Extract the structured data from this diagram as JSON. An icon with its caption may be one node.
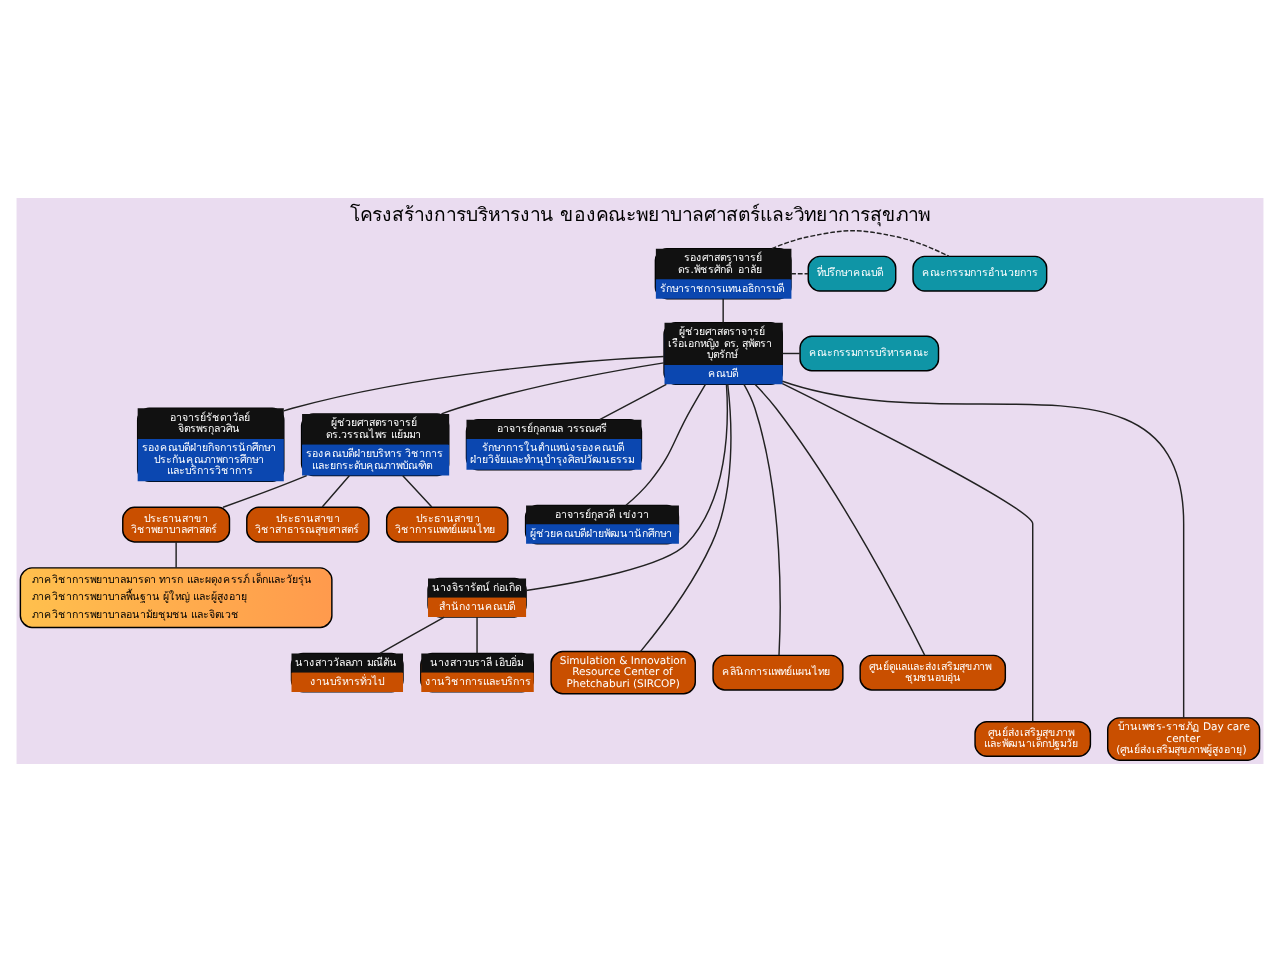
{
  "diagram": {
    "title": "โครงสร้างการบริหารงาน ของคณะพยาบาลศาสตร์และวิทยาการสุขภาพ",
    "nodes": [
      {
        "text": [
          "รองศาสตราจารย์ ดร.พัชรศักดิ์  อาลัย",
          "รักษาราชการแทนอธิการบดี"
        ]
      },
      {
        "text": [
          "คณะกรรมการอำนวยการ"
        ]
      },
      {
        "text": [
          "ที่ปรึกษาคณบดี"
        ]
      },
      {
        "text": [
          "ผู้ช่วยศาสตราจารย์ เรือเอกหญิง ดร. สุพัตรา บุตรักษ์",
          "คณบดี"
        ]
      },
      {
        "text": [
          "คณะกรรมการบริหารคณะ"
        ]
      },
      {
        "text": [
          "อาจารย์รัชดาวัลย์ จิตรพรกุลวศิน",
          "รองคณบดีฝ่ายกิจการนักศึกษา ประกันคุณภาพการศึกษา และบริการวิชาการ"
        ]
      },
      {
        "text": [
          "ผู้ช่วยศาสตราจารย์ ดร.วรรณไพร แย้มมา",
          "รองคณบดีฝ่ายบริหาร วิชาการ และยกระดับคุณภาพบัณฑิต"
        ]
      },
      {
        "text": [
          "อาจารย์กุลกมล วรรณศรี",
          "รักษาการในตำแหน่งรองคณบดี ฝ่ายวิจัยและทำนุบำรุงศิลปวัฒนธรรม"
        ]
      },
      {
        "text": [
          "อาจารย์กุลวดี เข่งวา",
          "ผู้ช่วยคณบดีฝ่ายพัฒนานักศึกษา"
        ]
      },
      {
        "text": [
          "ประธานสาขา วิชาพยาบาลศาสตร์"
        ]
      },
      {
        "text": [
          "ประธานสาขา วิชาสาธารณสุขศาสตร์"
        ]
      },
      {
        "text": [
          "ประธานสาขา วิชาการแพทย์แผนไทย"
        ]
      },
      {
        "text": [
          "ภาควิชาการพยาบาลมารดา ทารก และผดุงครรภ์ เด็กและวัยรุ่น",
          "ภาควิชาการพยาบาลพื้นฐาน ผู้ใหญ่ และผู้สูงอายุ",
          "ภาควิชาการพยาบาลอนามัยชุมชน และจิตเวช"
        ]
      },
      {
        "text": [
          "นางจิรารัตน์ ก่อเกิด",
          "สำนักงานคณบดี"
        ]
      },
      {
        "text": [
          "นางสาววัลลภา มณีตัน",
          "งานบริหารทั่วไป"
        ]
      },
      {
        "text": [
          "นางสาวบราลี เอิบอิ่ม",
          "งานวิชาการและบริการ"
        ]
      },
      {
        "text": [
          "Simulation & Innovation Resource Center of Phetchaburi (SIRCOP)"
        ]
      },
      {
        "text": [
          "คลินิกการแพทย์แผนไทย"
        ]
      },
      {
        "text": [
          "ศูนย์ดูแลและส่งเสริมสุขภาพ ชุมชนอบอุ่น"
        ]
      },
      {
        "text": [
          "ศูนย์ส่งเสริมสุขภาพ และพัฒนาเด็กปฐมวัย"
        ]
      },
      {
        "text": [
          "บ้านเพชร-ราชภัฏ Day care center (ศูนย์ส่งเสริมสุขภาพผู้สูงอายุ)"
        ]
      }
    ],
    "edges": [
      {
        "from": 0,
        "to": 3,
        "arrow": "none"
      },
      {
        "from": 0,
        "to": 1,
        "arrow": "none",
        "style": "dashed"
      },
      {
        "from": 0,
        "to": 2,
        "arrow": "none",
        "style": "dashed"
      },
      {
        "from": 3,
        "to": 4,
        "arrow": "none"
      },
      {
        "from": 3,
        "to": 5,
        "arrow": "none"
      },
      {
        "from": 3,
        "to": 6,
        "arrow": "none"
      },
      {
        "from": 3,
        "to": 7,
        "arrow": "none"
      },
      {
        "from": 3,
        "to": 8,
        "arrow": "none"
      },
      {
        "from": 6,
        "to": 9,
        "arrow": "none"
      },
      {
        "from": 6,
        "to": 10,
        "arrow": "none"
      },
      {
        "from": 6,
        "to": 11,
        "arrow": "none"
      },
      {
        "from": 9,
        "to": 12,
        "arrow": "none"
      },
      {
        "from": 3,
        "to": 13,
        "arrow": "none"
      },
      {
        "from": 13,
        "to": 14,
        "arrow": "none"
      },
      {
        "from": 13,
        "to": 15,
        "arrow": "none"
      },
      {
        "from": 3,
        "to": 16,
        "arrow": "none"
      },
      {
        "from": 3,
        "to": 17,
        "arrow": "none"
      },
      {
        "from": 3,
        "to": 18,
        "arrow": "none"
      },
      {
        "from": 3,
        "to": 19,
        "arrow": "none"
      },
      {
        "from": 3,
        "to": 20,
        "arrow": "none"
      }
    ]
  }
}
